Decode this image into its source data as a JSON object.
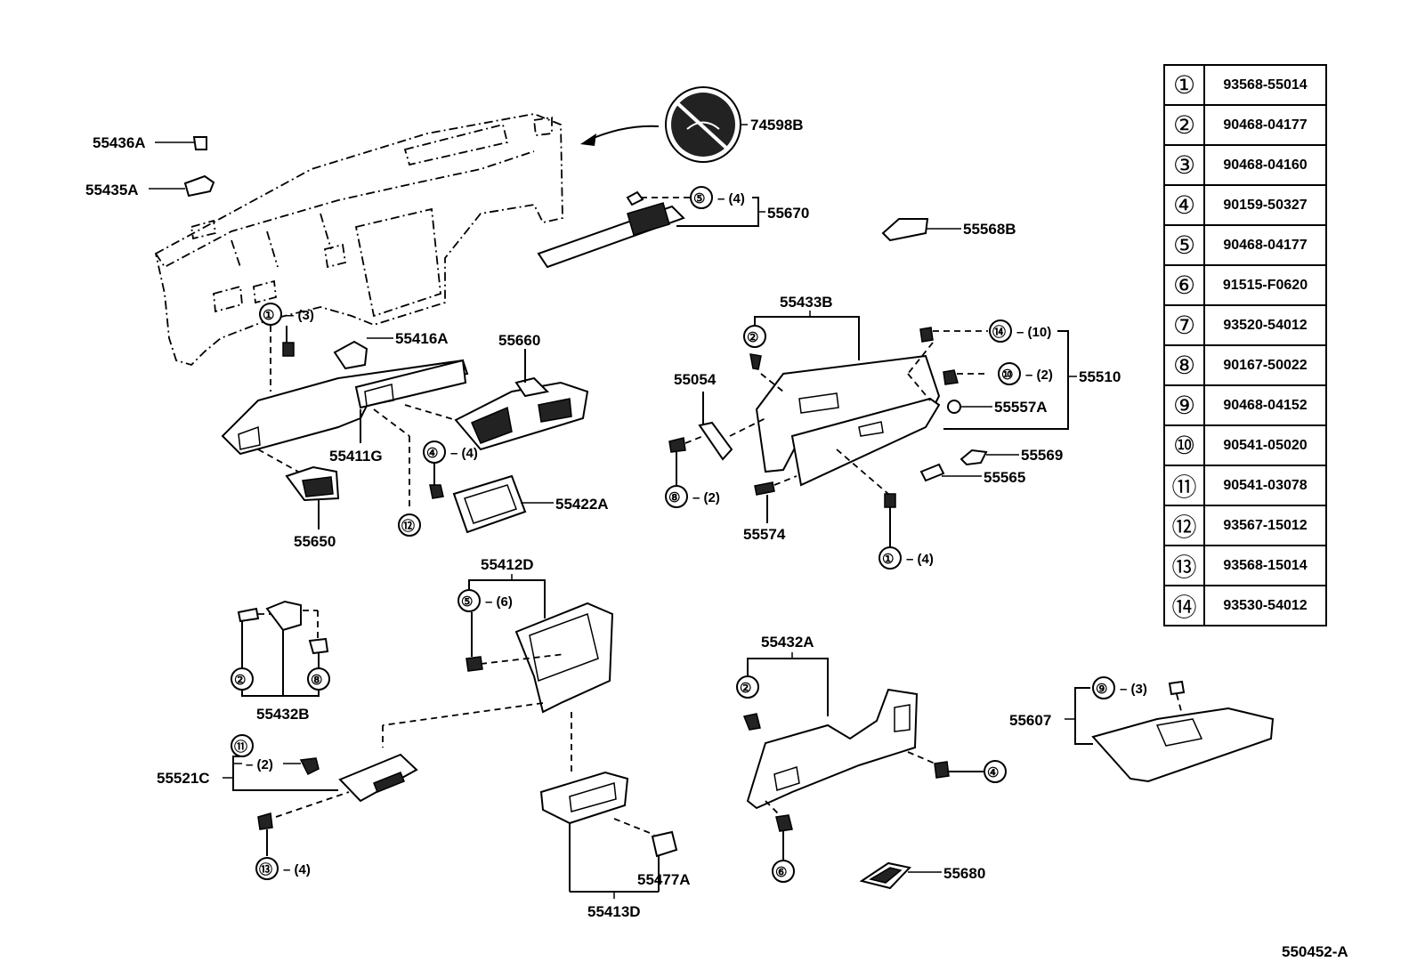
{
  "labels": {
    "l55436A": "55436A",
    "l55435A": "55435A",
    "l74598B": "74598B",
    "l55670": "55670",
    "l55568B": "55568B",
    "l55416A": "55416A",
    "l55660": "55660",
    "l55433B": "55433B",
    "l55054": "55054",
    "l55510": "55510",
    "l55557A": "55557A",
    "l55411G": "55411G",
    "l55569": "55569",
    "l55565": "55565",
    "l55422A": "55422A",
    "l55650": "55650",
    "l55574": "55574",
    "l55412D": "55412D",
    "l55432B": "55432B",
    "l55432A": "55432A",
    "l55607": "55607",
    "l55521C": "55521C",
    "l55477A": "55477A",
    "l55413D": "55413D",
    "l55680": "55680"
  },
  "callouts": {
    "c1a": {
      "num": "①",
      "qty": "– (3)"
    },
    "c5a": {
      "num": "⑤",
      "qty": "– (4)"
    },
    "c2a": {
      "num": "②"
    },
    "c14": {
      "num": "⑭",
      "qty": "– (10)"
    },
    "c10": {
      "num": "⑩",
      "qty": "– (2)"
    },
    "c4a": {
      "num": "④",
      "qty": "– (4)"
    },
    "c8a": {
      "num": "⑧",
      "qty": "– (2)"
    },
    "c12": {
      "num": "⑫"
    },
    "c1b": {
      "num": "①",
      "qty": "– (4)"
    },
    "c5b": {
      "num": "⑤",
      "qty": "– (6)"
    },
    "c2b": {
      "num": "②"
    },
    "c8b": {
      "num": "⑧"
    },
    "c2c": {
      "num": "②"
    },
    "c9": {
      "num": "⑨",
      "qty": "– (3)"
    },
    "c11": {
      "num": "⑪",
      "qty": "– (2)"
    },
    "c13": {
      "num": "⑬",
      "qty": "– (4)"
    },
    "c4b": {
      "num": "④"
    },
    "c6": {
      "num": "⑥"
    }
  },
  "legend": [
    {
      "key": "①",
      "part": "93568-55014"
    },
    {
      "key": "②",
      "part": "90468-04177"
    },
    {
      "key": "③",
      "part": "90468-04160"
    },
    {
      "key": "④",
      "part": "90159-50327"
    },
    {
      "key": "⑤",
      "part": "90468-04177"
    },
    {
      "key": "⑥",
      "part": "91515-F0620"
    },
    {
      "key": "⑦",
      "part": "93520-54012"
    },
    {
      "key": "⑧",
      "part": "90167-50022"
    },
    {
      "key": "⑨",
      "part": "90468-04152"
    },
    {
      "key": "⑩",
      "part": "90541-05020"
    },
    {
      "key": "⑪",
      "part": "90541-03078"
    },
    {
      "key": "⑫",
      "part": "93567-15012"
    },
    {
      "key": "⑬",
      "part": "93568-15014"
    },
    {
      "key": "⑭",
      "part": "93530-54012"
    }
  ],
  "diagram_code": "550452-A"
}
